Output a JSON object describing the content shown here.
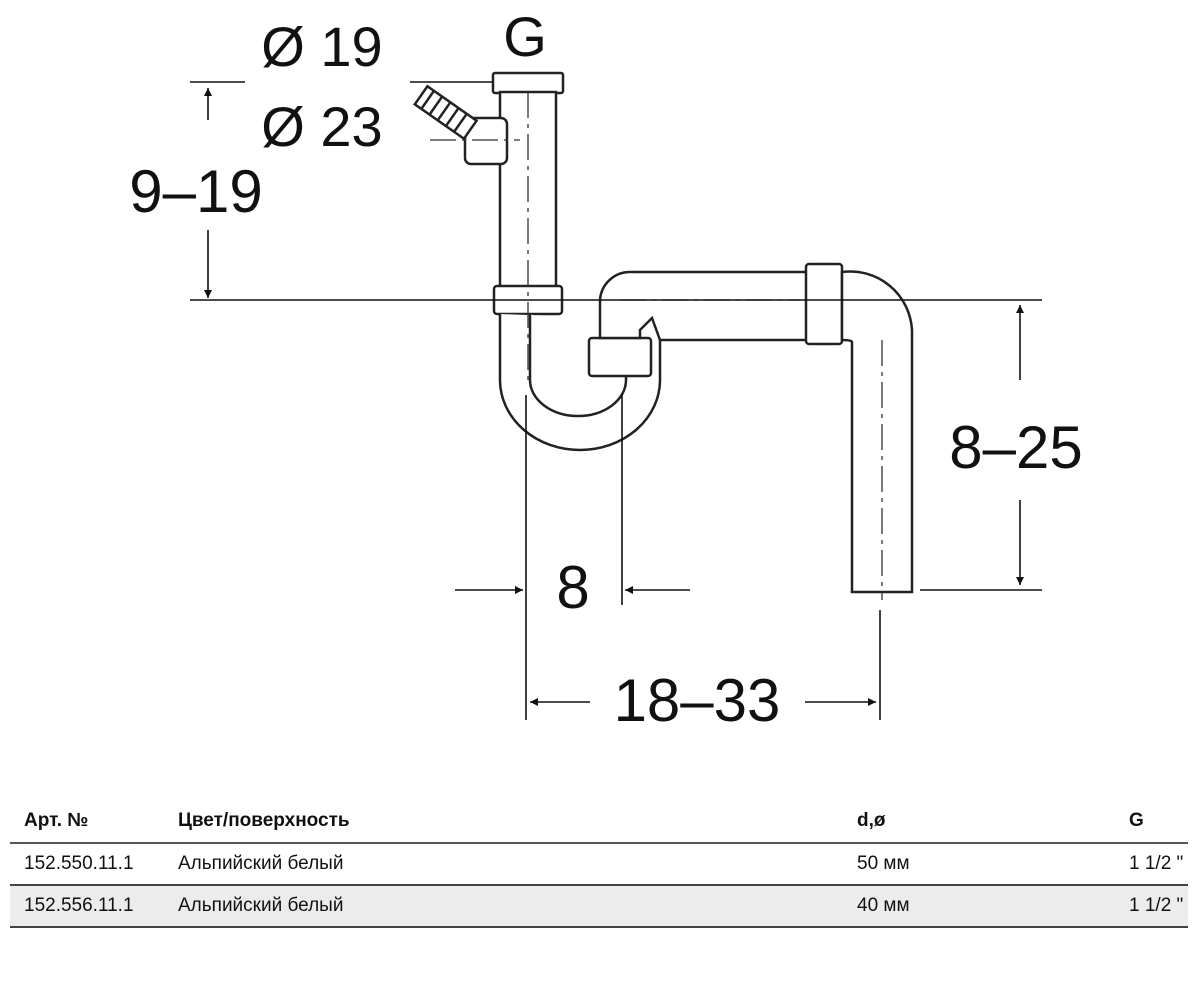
{
  "diagram": {
    "label_g": "G",
    "label_dia19": "Ø 19",
    "label_dia23": "Ø 23",
    "dim_height_top": "9–19",
    "dim_height_right": "8–25",
    "dim_width_small": "8",
    "dim_width_total": "18–33"
  },
  "table": {
    "headers": [
      "Арт. №",
      "Цвет/поверхность",
      "d,ø",
      "G"
    ],
    "rows": [
      [
        "152.550.11.1",
        "Альпийский белый",
        "50 мм",
        "1 1/2 \""
      ],
      [
        "152.556.11.1",
        "Альпийский белый",
        "40 мм",
        "1 1/2 \""
      ]
    ]
  }
}
